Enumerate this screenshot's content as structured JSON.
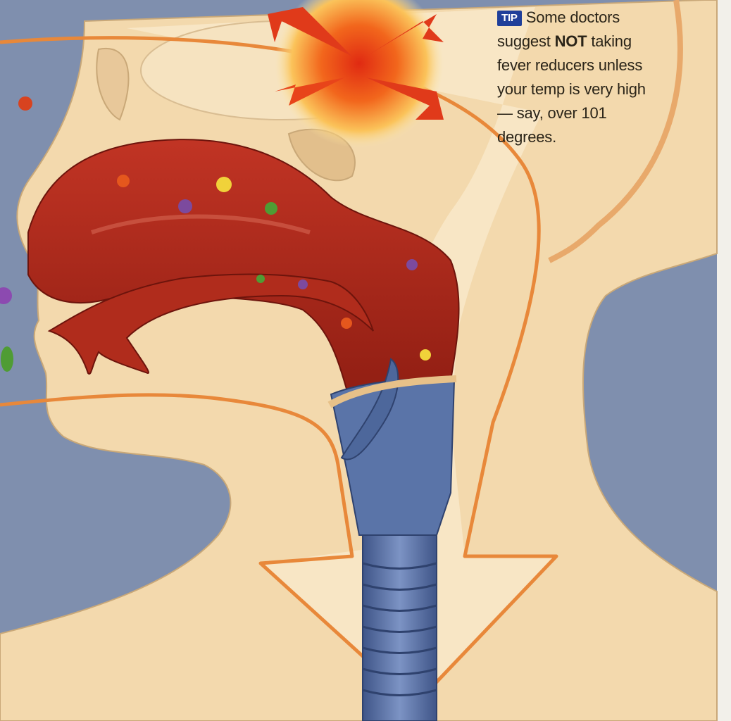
{
  "tip": {
    "badge": "TIP",
    "text_lead": "Some doctors suggest",
    "emphasis": "NOT",
    "text_rest": "taking fever reducers unless your temp is very high — say, over 101 degrees."
  },
  "colors": {
    "background_gray_blue": "#7f8fae",
    "skin": "#f3d9ad",
    "airway_red": "#a8261a",
    "airway_blue": "#5a74a8",
    "arrow_outline": "#e8883a",
    "tip_badge": "#1f3f9a"
  },
  "icons": {
    "fever_burst": "fever-burst-icon",
    "germ_particles": "germ-particle-icon"
  }
}
